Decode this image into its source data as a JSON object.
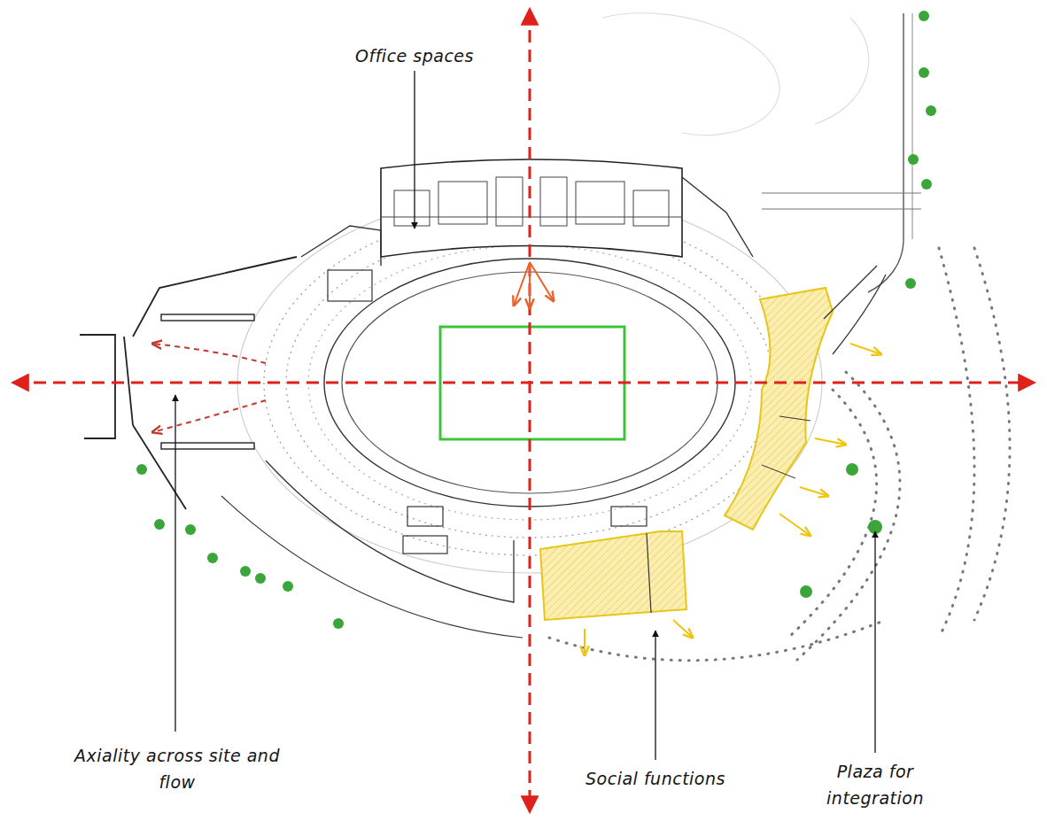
{
  "diagram": {
    "labels": [
      "Office spaces",
      "Axiality across site and flow",
      "Social functions",
      "Plaza for integration"
    ]
  }
}
